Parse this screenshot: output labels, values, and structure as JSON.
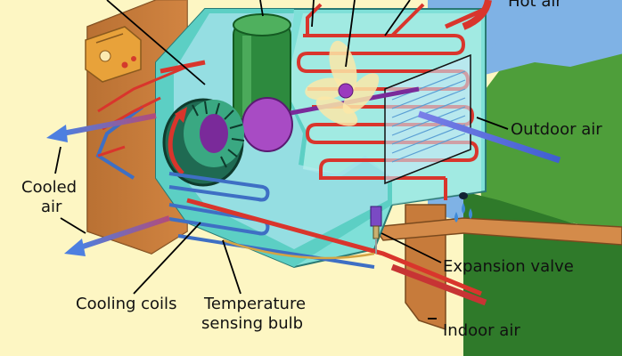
{
  "labels": {
    "hot_air": "Hot air",
    "outdoor_air": "Outdoor air",
    "cooled_air": [
      "Cooled",
      "air"
    ],
    "cooling_coils": "Cooling coils",
    "temperature_sensing_bulb": [
      "Temperature",
      "sensing bulb"
    ],
    "expansion_valve": "Expansion valve",
    "indoor_air": "Indoor air"
  },
  "colors": {
    "background": "#fdf6c3",
    "sky": "#7fb2e5",
    "ground": "#4e9e3a",
    "wall": "#c77b3b",
    "refrigerant_hot": "#d9352c",
    "refrigerant_cold": "#3e6fc4",
    "cooled_air_arrow": "#4d7fe0",
    "cabinet_glass": "#7fe0d8",
    "compressor": "#2d8a3e",
    "fan_motor": "#8a2fa8"
  }
}
